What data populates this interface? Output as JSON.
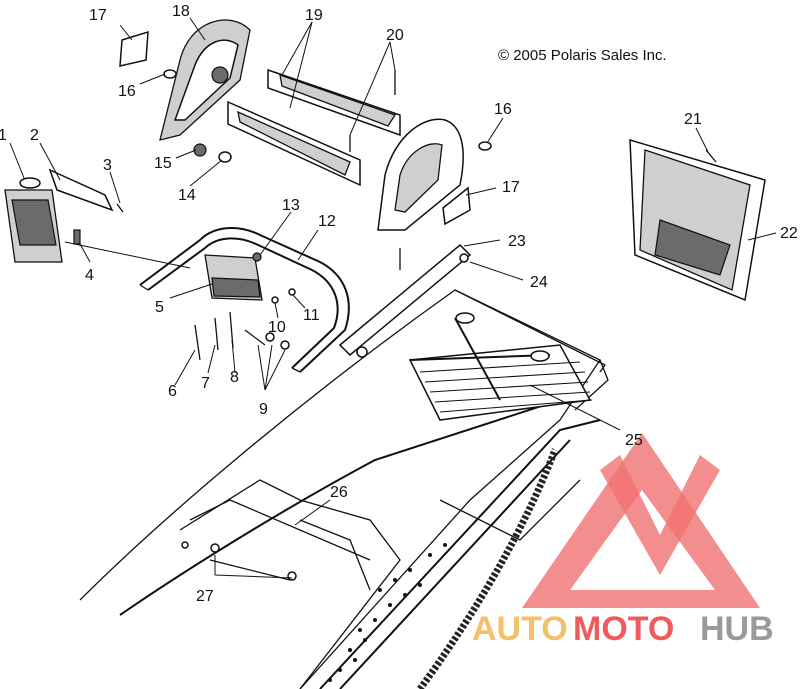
{
  "copyright": "© 2005 Polaris Sales Inc.",
  "callouts": [
    {
      "id": "c1",
      "label": "1"
    },
    {
      "id": "c2",
      "label": "2"
    },
    {
      "id": "c3",
      "label": "3"
    },
    {
      "id": "c4",
      "label": "4"
    },
    {
      "id": "c5",
      "label": "5"
    },
    {
      "id": "c6",
      "label": "6"
    },
    {
      "id": "c7",
      "label": "7"
    },
    {
      "id": "c8",
      "label": "8"
    },
    {
      "id": "c9",
      "label": "9"
    },
    {
      "id": "c10",
      "label": "10"
    },
    {
      "id": "c11",
      "label": "11"
    },
    {
      "id": "c12",
      "label": "12"
    },
    {
      "id": "c13",
      "label": "13"
    },
    {
      "id": "c14",
      "label": "14"
    },
    {
      "id": "c15",
      "label": "15"
    },
    {
      "id": "c16a",
      "label": "16"
    },
    {
      "id": "c16b",
      "label": "16"
    },
    {
      "id": "c17a",
      "label": "17"
    },
    {
      "id": "c17b",
      "label": "17"
    },
    {
      "id": "c18",
      "label": "18"
    },
    {
      "id": "c19",
      "label": "19"
    },
    {
      "id": "c20",
      "label": "20"
    },
    {
      "id": "c21",
      "label": "21"
    },
    {
      "id": "c22",
      "label": "22"
    },
    {
      "id": "c23",
      "label": "23"
    },
    {
      "id": "c24",
      "label": "24"
    },
    {
      "id": "c25",
      "label": "25"
    },
    {
      "id": "c26",
      "label": "26"
    },
    {
      "id": "c27",
      "label": "27"
    }
  ],
  "watermark": {
    "part1": "AUTO",
    "part2": "MOTO",
    "part3": "HUB",
    "color_light": "#f4c06a",
    "color_red": "#f05a5a",
    "color_grey": "#9a9a9a"
  }
}
